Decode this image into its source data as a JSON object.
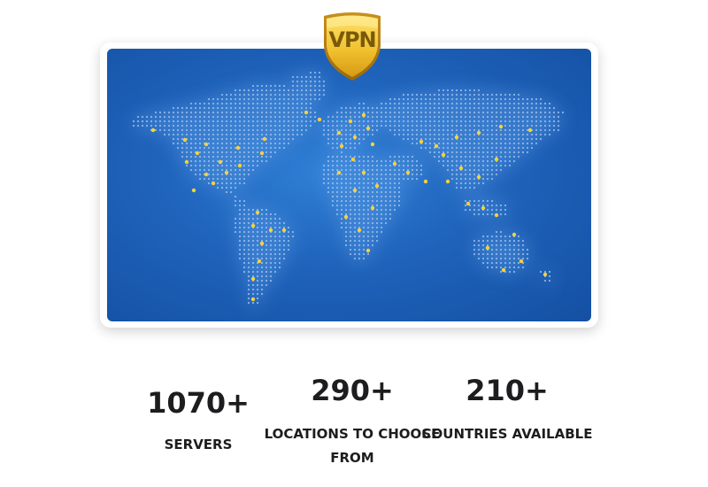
{
  "badge": {
    "label": "VPN",
    "icon": "shield-icon",
    "color": "#f2c230"
  },
  "map": {
    "icon": "world-map",
    "background_color": "#1f63bb",
    "dot_color": "#9fc2ee",
    "server_dot_color": "#f7d237"
  },
  "stats": [
    {
      "value": "1070+",
      "label": "SERVERS"
    },
    {
      "value": "290+",
      "label": "LOCATIONS TO CHOOSE FROM"
    },
    {
      "value": "210+",
      "label": "COUNTRIES AVAILABLE"
    }
  ]
}
